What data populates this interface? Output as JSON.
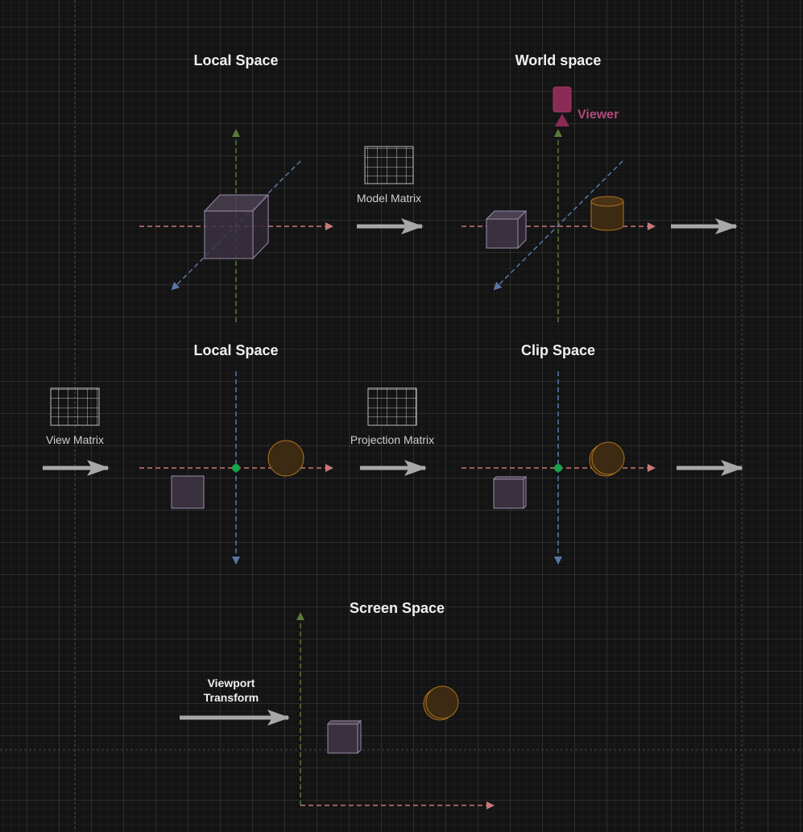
{
  "colors": {
    "background": "#141414",
    "x_axis": "#c97777",
    "y_axis": "#5a7a3a",
    "z_axis": "#5877a6",
    "cube_fill": "#3a313f",
    "cube_stroke": "#9a8aa8",
    "sphere_fill": "#3c2a12",
    "sphere_stroke": "#b0701d",
    "arrow": "#a8a8a8",
    "origin_dot": "#19a34a",
    "viewer": "#8a2a56",
    "viewer_label": "#b04a7a",
    "matrix_stroke": "#bdbdbd"
  },
  "stages": {
    "local_space_1": "Local Space",
    "world_space": "World space",
    "local_space_2": "Local Space",
    "clip_space": "Clip Space",
    "screen_space": "Screen Space"
  },
  "transforms": {
    "model_matrix": "Model Matrix",
    "view_matrix": "View Matrix",
    "projection_matrix": "Projection Matrix",
    "viewport_transform_line1": "Viewport",
    "viewport_transform_line2": "Transform"
  },
  "viewer": {
    "label": "Viewer",
    "icon": "camera-icon"
  }
}
